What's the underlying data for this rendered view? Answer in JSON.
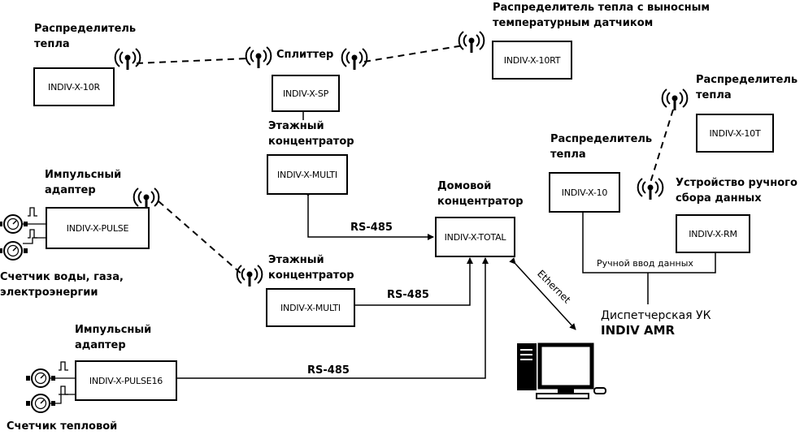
{
  "labels": {
    "heat_dist_left": "Распределитель\nтепла",
    "splitter": "Сплиттер",
    "heat_dist_remote": "Распределитель тепла с выносным\nтемпературным датчиком",
    "heat_dist_right_top": "Распределитель\nтепла",
    "heat_dist_right_mid": "Распределитель\nтепла",
    "floor_conc_top": "Этажный\nконцентратор",
    "pulse_adapter_1": "Импульсный\nадаптер",
    "house_conc": "Домовой\nконцентратор",
    "manual_device": "Устройство ручного\nсбора данных",
    "meters_water": "Счетчик воды, газа,\nэлектроэнергии",
    "floor_conc_bottom": "Этажный\nконцентратор",
    "dispatch": "Диспетчерская УК",
    "indiv_amr": "INDIV AMR",
    "pulse_adapter_2": "Импульсный\nадаптер",
    "heat_meter": "Счетчик тепловой",
    "manual_input": "Ручной ввод данных",
    "ethernet": "Ethernet",
    "rs485_1": "RS-485",
    "rs485_2": "RS-485",
    "rs485_3": "RS-485"
  },
  "devices": {
    "x10r": "INDIV-X-10R",
    "sp": "INDIV-X-SP",
    "x10rt": "INDIV-X-10RT",
    "x10t": "INDIV-X-10T",
    "multi_top": "INDIV-X-MULTI",
    "x10": "INDIV-X-10",
    "pulse": "INDIV-X-PULSE",
    "total": "INDIV-X-TOTAL",
    "rm": "INDIV-X-RM",
    "multi_bottom": "INDIV-X-MULTI",
    "pulse16": "INDIV-X-PULSE16"
  }
}
